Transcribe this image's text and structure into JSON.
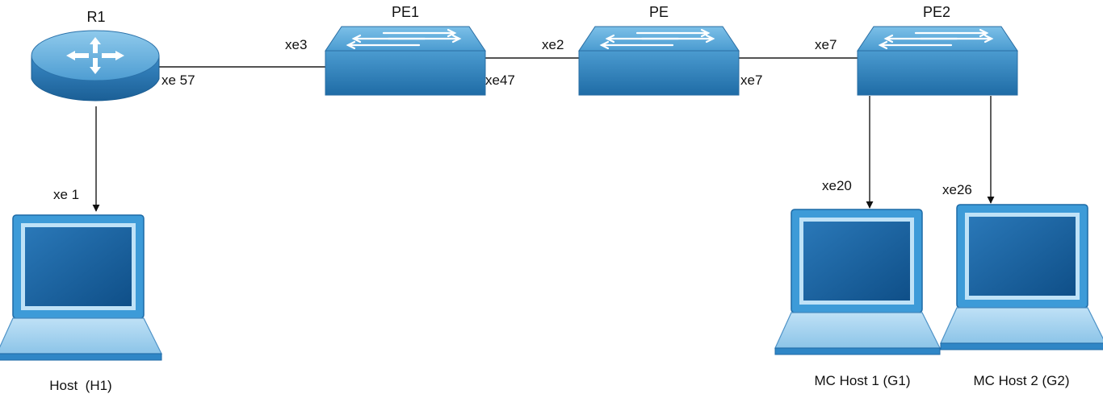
{
  "devices": {
    "r1": {
      "label": "R1",
      "icon": "router-icon"
    },
    "pe1": {
      "label": "PE1",
      "icon": "switch-icon"
    },
    "pe": {
      "label": "PE",
      "icon": "switch-icon"
    },
    "pe2": {
      "label": "PE2",
      "icon": "switch-icon"
    },
    "host_h1": {
      "label": "Host  (H1)",
      "icon": "laptop-icon"
    },
    "mc_host_1": {
      "label": "MC Host 1 (G1)",
      "icon": "laptop-icon"
    },
    "mc_host_2": {
      "label": "MC Host 2 (G2)",
      "icon": "laptop-icon"
    }
  },
  "ports": {
    "r1_pe1": "xe 57",
    "pe1_r1": "xe3",
    "pe1_pe": "xe47",
    "pe_pe1": "xe2",
    "pe_pe2": "xe7",
    "pe2_pe": "xe7",
    "r1_h1": "xe 1",
    "pe2_g1": "xe20",
    "pe2_g2": "xe26"
  },
  "colors": {
    "device_dark": "#1f6fa8",
    "device_light": "#5aa7d8",
    "screen": "#1d5f9a",
    "line": "#1a1a1a"
  }
}
